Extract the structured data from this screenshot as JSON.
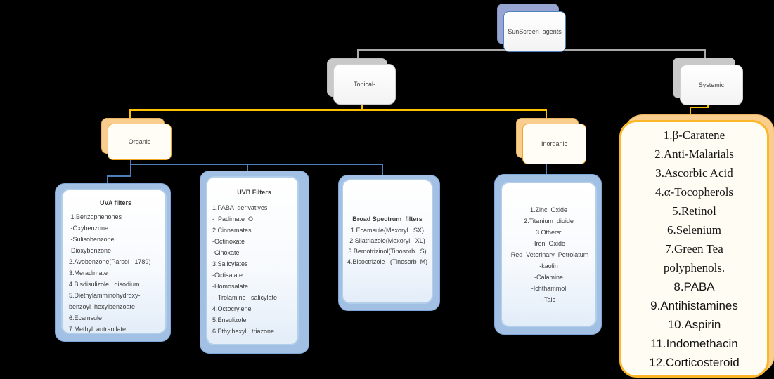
{
  "root": {
    "label": "SunScreen  agents"
  },
  "topical": {
    "label": "Topical-"
  },
  "systemic": {
    "label": "Systemic"
  },
  "organic": {
    "label": "Organic"
  },
  "inorganic": {
    "label": "Inorganic"
  },
  "uva": {
    "title": "UVA filters",
    "items": [
      " 1.Benzophenones",
      " -Oxybenzone",
      " -Sulisobenzone",
      "-Dioxybenzone",
      "2.Avobenzone(Parsol   1789)",
      "3.Meradimate",
      "4.Bisdisulizole   disodium",
      "5.Diethylamminohydroxy-",
      "benzoyl  hexylbenzoate",
      "6.Ecamsule",
      "7.Methyl  antranilate"
    ]
  },
  "uvb": {
    "title": "UVB Filters",
    "items": [
      "1.PABA  derivatives",
      "-  Padimate  O",
      "2.Cinnamates",
      "-Octinoxate",
      "-Cinoxate",
      "3.Salicylates",
      "-Octisalate",
      "-Homosalate",
      "-  Trolamine   salicylate",
      "4.Octocrylene",
      "5.Ensulizole",
      "6.Ethylhexyl   triazone"
    ]
  },
  "broad": {
    "title": "Broad Spectrum  filters",
    "items": [
      "1.Ecamsule(Mexoryl   SX)",
      "2.Silatriazole(Mexoryl   XL)",
      "3.Bemotrizinol(Tinosorb   S)",
      "4.Bisoctrizole   (Tinosorb  M)"
    ]
  },
  "inorganic_list": {
    "items": [
      "1.Zinc  Oxide",
      "2.Titanium  dioide",
      "3.Others:",
      "-Iron  Oxide",
      "-Red  Veterinary  Petrolatum",
      "-kaolin",
      "-Calamine",
      "-Ichthammol",
      "-Talc"
    ]
  },
  "systemic_list": {
    "items": [
      {
        "text": "1.β-Caratene",
        "font": "serif"
      },
      {
        "text": "2.Anti-Malarials",
        "font": "serif"
      },
      {
        "text": "3.Ascorbic Acid",
        "font": "serif"
      },
      {
        "text": "4.α-Tocopherols",
        "font": "serif"
      },
      {
        "text": "5.Retinol",
        "font": "serif"
      },
      {
        "text": "6.Selenium",
        "font": "serif"
      },
      {
        "text": "7.Green Tea\npolyphenols.",
        "font": "serif"
      },
      {
        "text": "8.PABA",
        "font": "sans"
      },
      {
        "text": "9.Antihistamines",
        "font": "sans"
      },
      {
        "text": "10.Aspirin",
        "font": "sans"
      },
      {
        "text": "11.Indomethacin",
        "font": "sans"
      },
      {
        "text": "12.Corticosteroid",
        "font": "sans"
      }
    ]
  },
  "colors": {
    "connector_gray": "#a9a9a9",
    "connector_orange": "#ffc000",
    "connector_blue": "#4e7fba",
    "blue_node": "#a1c0e4",
    "tan_node": "#f9cd8d",
    "accent_border": "#fcb62a"
  }
}
